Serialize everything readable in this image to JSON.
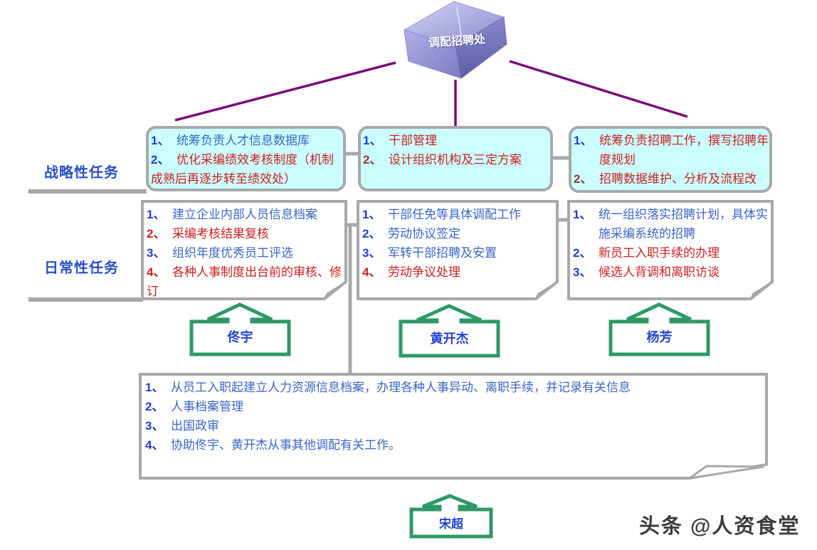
{
  "cube": {
    "label": "调配招聘处"
  },
  "row_labels": {
    "strategic": "战略性任务",
    "daily": "日常性任务"
  },
  "columns": [
    {
      "name": "佟宇",
      "strategic": [
        {
          "num": "1、",
          "num_color": "blue",
          "text": "统筹负责人才信息数据库",
          "color": "blue"
        },
        {
          "num": "2、",
          "num_color": "blue",
          "text": "优化采编绩效考核制度（机制成熟后再逐步转至绩效处）",
          "color": "red"
        }
      ],
      "daily": [
        {
          "num": "1、",
          "num_color": "blue",
          "text": "建立企业内部人员信息档案",
          "color": "blue"
        },
        {
          "num": "2、",
          "num_color": "red",
          "text": "采编考核结果复核",
          "color": "red"
        },
        {
          "num": "3、",
          "num_color": "blue",
          "text": "组织年度优秀员工评选",
          "color": "blue"
        },
        {
          "num": "4、",
          "num_color": "red",
          "text": "各种人事制度出台前的审核、修订",
          "color": "red"
        }
      ]
    },
    {
      "name": "黄开杰",
      "strategic": [
        {
          "num": "1、",
          "num_color": "blue",
          "text": "干部管理",
          "color": "red"
        },
        {
          "num": "2、",
          "num_color": "maroon",
          "text": "设计组织机构及三定方案",
          "color": "red"
        }
      ],
      "daily": [
        {
          "num": "1、",
          "num_color": "blue",
          "text": "干部任免等具体调配工作",
          "color": "blue"
        },
        {
          "num": "2、",
          "num_color": "blue",
          "text": "劳动协议签定",
          "color": "blue"
        },
        {
          "num": "3、",
          "num_color": "blue",
          "text": "军转干部招聘及安置",
          "color": "blue"
        },
        {
          "num": "4、",
          "num_color": "red",
          "text": "劳动争议处理",
          "color": "red"
        }
      ]
    },
    {
      "name": "杨芳",
      "strategic": [
        {
          "num": "1、",
          "num_color": "blue",
          "text": "统筹负责招聘工作，撰写招聘年度规划",
          "color": "red",
          "hang": true
        },
        {
          "num": "2、",
          "num_color": "maroon",
          "text": "招聘数据维护、分析及流程改",
          "color": "red"
        }
      ],
      "daily": [
        {
          "num": "1、",
          "num_color": "blue",
          "text": "统一组织落实招聘计划，具体实施采编系统的招聘",
          "color": "blue",
          "hang": true
        },
        {
          "num": "2、",
          "num_color": "blue",
          "text": "新员工入职手续的办理",
          "color": "red"
        },
        {
          "num": "3、",
          "num_color": "blue",
          "text": "候选人背调和离职访谈",
          "color": "red"
        }
      ]
    }
  ],
  "shared": {
    "name": "宋超",
    "daily": [
      {
        "num": "1、",
        "num_color": "blue",
        "text": "从员工入职起建立人力资源信息档案，办理各种人事异动、离职手续，并记录有关信息",
        "color": "blue"
      },
      {
        "num": "2、",
        "num_color": "blue",
        "text": "人事档案管理",
        "color": "blue"
      },
      {
        "num": "3、",
        "num_color": "blue",
        "text": "出国政审",
        "color": "blue"
      },
      {
        "num": "4、",
        "num_color": "blue",
        "text": "协助佟宇、黄开杰从事其他调配有关工作。",
        "color": "blue"
      }
    ]
  },
  "watermark": "头条 @人资食堂",
  "colors": {
    "cyan_box_bg": "#CBFFFF",
    "gray_border": "#A8A8A8",
    "blue_text": "#3A66C8",
    "red_text": "#CC2020",
    "green_callout": "#2E9966",
    "purple_line": "#7A0A7A",
    "cube_purple": "#9494D6"
  }
}
